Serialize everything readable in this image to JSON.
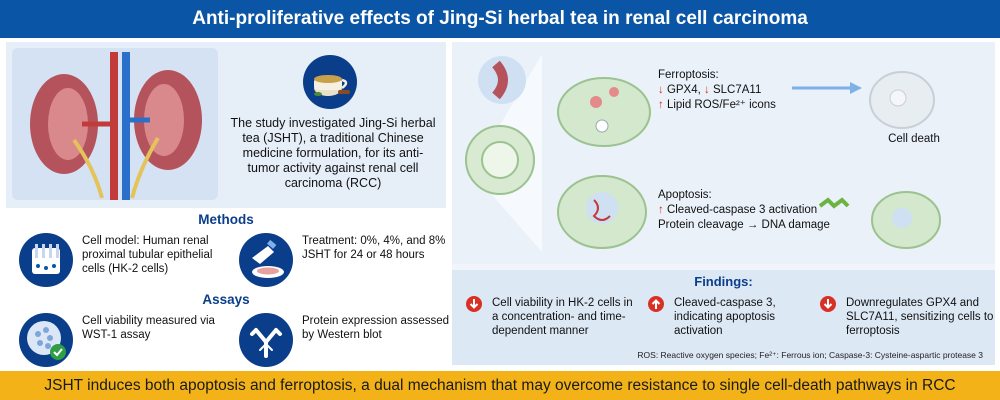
{
  "header": {
    "title": "Anti-proliferative effects of Jing-Si herbal tea in renal cell carcinoma"
  },
  "intro": {
    "text": "The study investigated Jing-Si herbal tea (JSHT), a traditional Chinese medicine formulation, for its anti-tumor activity against renal cell carcinoma (RCC)"
  },
  "methods": {
    "title": "Methods",
    "items": [
      {
        "text": "Cell model: Human renal proximal tubular epithelial cells (HK-2 cells)",
        "icon": "cell-culture-icon"
      },
      {
        "text": "Treatment: 0%, 4%, and 8% JSHT for 24 or 48 hours",
        "icon": "pipette-dish-icon"
      }
    ]
  },
  "assays": {
    "title": "Assays",
    "items": [
      {
        "text": "Cell viability measured via WST-1 assay",
        "icon": "cells-check-icon"
      },
      {
        "text": "Protein expression assessed by Western blot",
        "icon": "antibody-icon"
      }
    ]
  },
  "mechanism": {
    "ferroptosis": {
      "title": "Ferroptosis:",
      "line1_a": "↓",
      "line1_b": " GPX4, ",
      "line1_c": "↓",
      "line1_d": " SLC7A11",
      "line2_a": "↑",
      "line2_b": " Lipid ROS/Fe²⁺ icons",
      "outcome": "Cell death"
    },
    "apoptosis": {
      "title": "Apoptosis:",
      "line1_a": "↑",
      "line1_b": " Cleaved-caspase 3 activation",
      "line2": "Protein cleavage → DNA damage"
    }
  },
  "findings": {
    "title": "Findings:",
    "items": [
      {
        "text": "Cell viability in HK-2 cells in a concentration- and time-dependent manner",
        "direction": "down"
      },
      {
        "text": "Cleaved-caspase 3, indicating apoptosis activation",
        "direction": "up"
      },
      {
        "text": "Downregulates GPX4 and SLC7A11, sensitizing cells to ferroptosis",
        "direction": "down"
      }
    ],
    "footnote": "ROS: Reactive oxygen species; Fe²⁺: Ferrous ion; Caspase-3: Cysteine-aspartic protease 3"
  },
  "banner": {
    "text": "JSHT induces both apoptosis and ferroptosis, a dual mechanism that may overcome resistance to single cell-death pathways in RCC"
  },
  "colors": {
    "header_blue": "#0b55a6",
    "banner_yellow": "#f3b318",
    "alert_red": "#d93025",
    "title_navy": "#0b3e8a"
  }
}
